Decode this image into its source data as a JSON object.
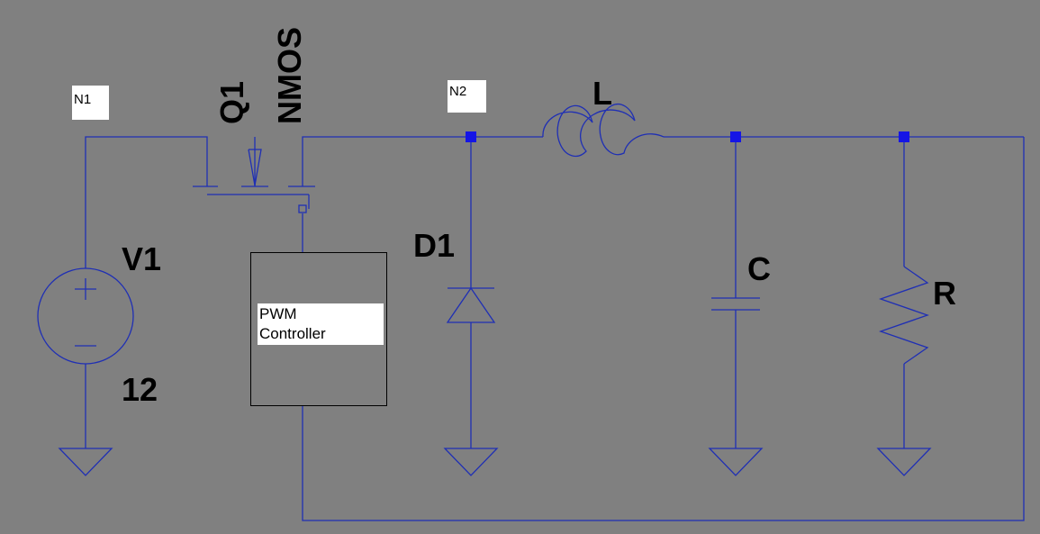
{
  "colors": {
    "background": "#808080",
    "wire": "#1f2fb4",
    "junction": "#1515e6",
    "text": "#000000",
    "label_background": "#ffffff"
  },
  "components": {
    "source": {
      "name": "V1",
      "value": "12",
      "plus": "+",
      "minus": "−"
    },
    "switch": {
      "name": "Q1",
      "model": "NMOS"
    },
    "controller": {
      "line1": "PWM",
      "line2": "Controller"
    },
    "diode": {
      "name": "D1"
    },
    "inductor": {
      "name": "L"
    },
    "capacitor": {
      "name": "C"
    },
    "resistor": {
      "name": "R"
    }
  },
  "nets": {
    "n1": "N1",
    "n2": "N2"
  }
}
